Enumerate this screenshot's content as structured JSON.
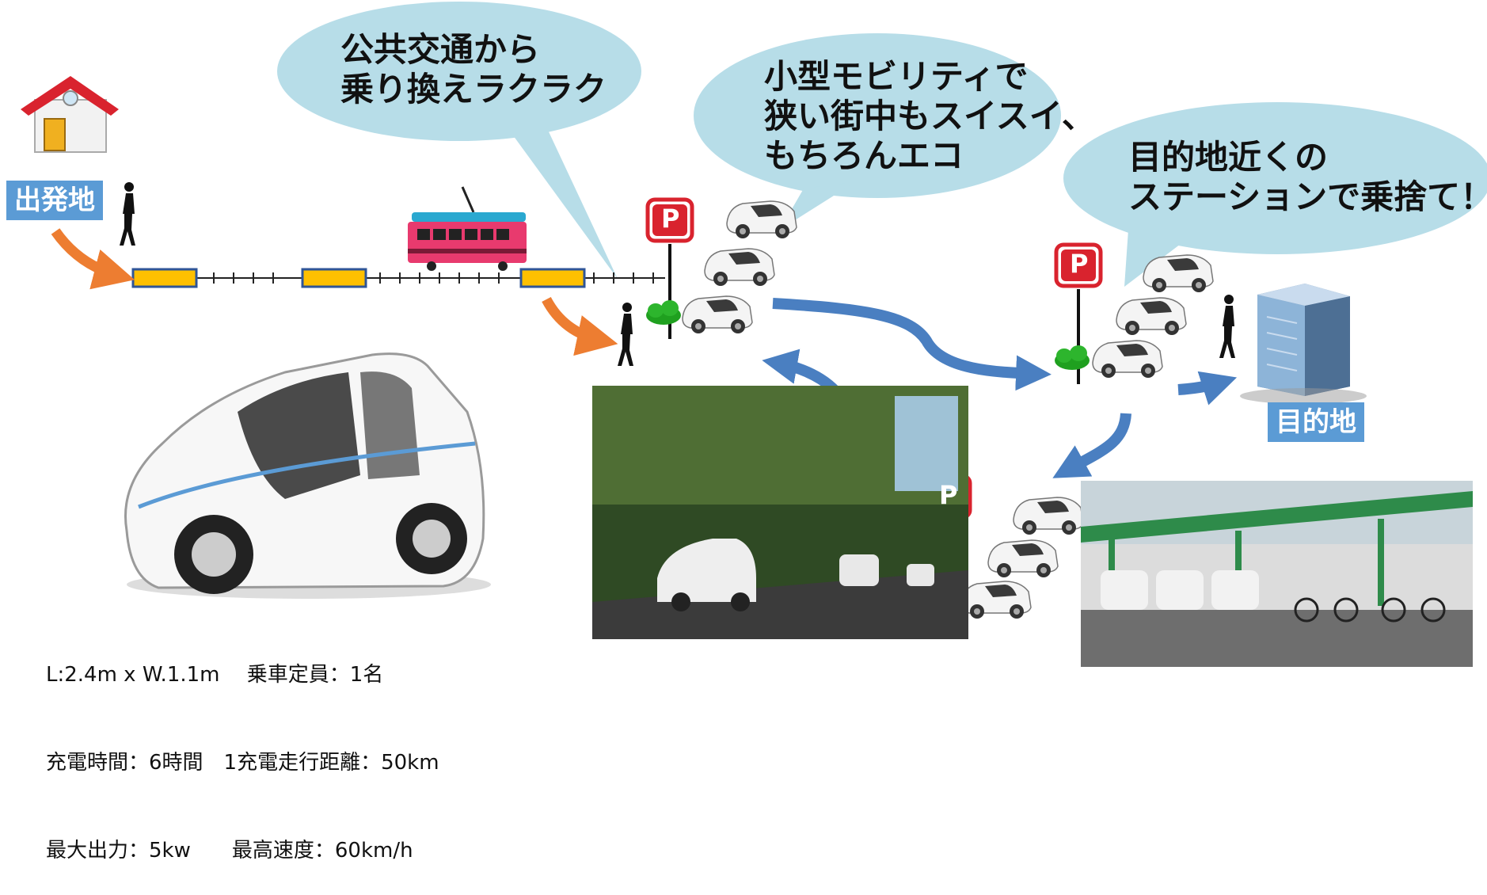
{
  "start_label": "出発地",
  "destination_label": "目的地",
  "bubble_transit": "公共交通から\n乗り換えラクラク",
  "bubble_mobility": "小型モビリティで\n狭い街中もスイスイ、\nもちろんエコ",
  "bubble_station": "目的地近くの\nステーションで乗捨て！",
  "parking_letter": "P",
  "specs": {
    "line1": "L:2.4m x W.1.1m　 乗車定員：1名",
    "line2": "充電時間：6時間　1充電走行距離：50km",
    "line3": "最大出力：5kw　　最高速度：60km/h"
  },
  "colors": {
    "bubble": "#b7dde8",
    "orange_arrow": "#ed7d31",
    "blue_arrow": "#4a7fc1",
    "label_bg": "#5b9bd5",
    "platform": "#ffc000",
    "parking_red": "#d9232e",
    "tram": "#e83a6e"
  }
}
